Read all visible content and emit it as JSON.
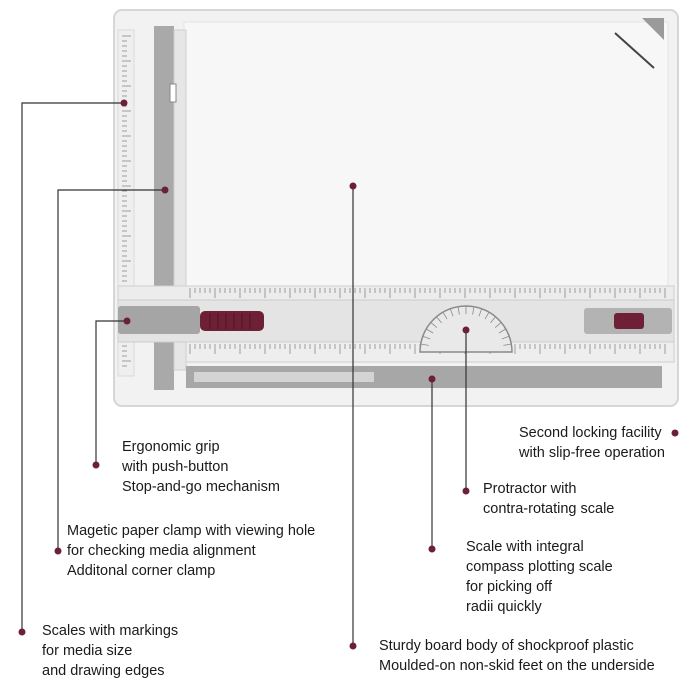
{
  "colors": {
    "accent": "#6b2036",
    "leader_line": "#333333",
    "board": "#f4f4f4",
    "scale_grey": "#a7a7a7"
  },
  "callouts": [
    {
      "id": "grip",
      "lines": [
        "Ergonomic grip",
        "with push-button",
        "Stop-and-go mechanism"
      ]
    },
    {
      "id": "clamp",
      "lines": [
        "Magetic paper clamp with viewing hole",
        "for checking media alignment",
        "Additonal corner clamp"
      ]
    },
    {
      "id": "scales",
      "lines": [
        "Scales with markings",
        "for media size",
        "and drawing edges"
      ]
    },
    {
      "id": "locking",
      "lines": [
        "Second locking facility",
        "with slip-free operation"
      ]
    },
    {
      "id": "protractor",
      "lines": [
        "Protractor with",
        "contra-rotating scale"
      ]
    },
    {
      "id": "scale",
      "lines": [
        "Scale with integral",
        "compass plotting scale",
        "for picking off",
        "radii quickly"
      ]
    },
    {
      "id": "body",
      "lines": [
        "Sturdy board body of shockproof plastic",
        "Moulded-on non-skid feet on the underside"
      ]
    }
  ]
}
